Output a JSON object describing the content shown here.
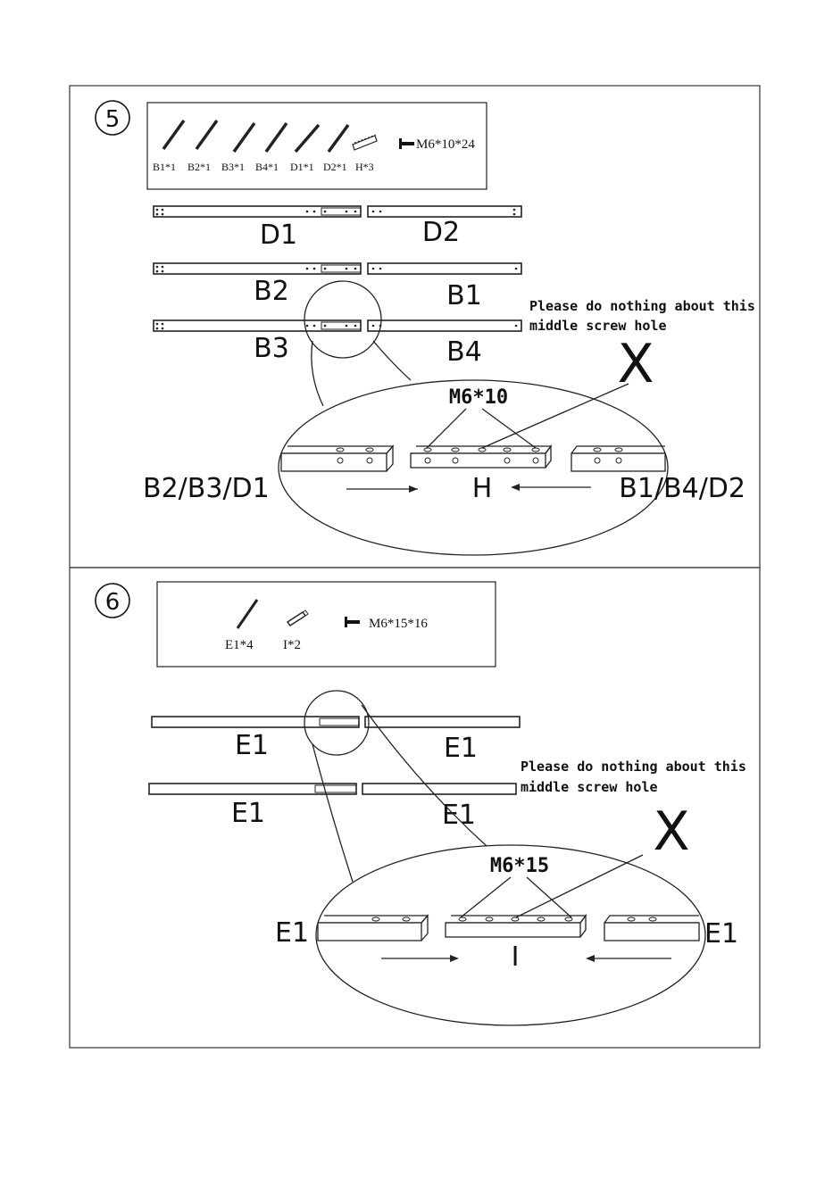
{
  "step5": {
    "number": "5",
    "parts": [
      {
        "id": "B1",
        "label": "B1*1"
      },
      {
        "id": "B2",
        "label": "B2*1"
      },
      {
        "id": "B3",
        "label": "B3*1"
      },
      {
        "id": "B4",
        "label": "B4*1"
      },
      {
        "id": "D1",
        "label": "D1*1"
      },
      {
        "id": "D2",
        "label": "D2*1"
      },
      {
        "id": "H",
        "label": "H*3"
      }
    ],
    "screw_label": "M6*10*24",
    "beam_labels": {
      "d1": "D1",
      "d2": "D2",
      "b2": "B2",
      "b1": "B1",
      "b3": "B3",
      "b4": "B4"
    },
    "note_line1": "Please do nothing about this",
    "note_line2": "middle screw hole",
    "x_mark": "X",
    "detail": {
      "screw": "M6*10",
      "left_label": "B2/B3/D1",
      "center_label": "H",
      "right_label": "B1/B4/D2"
    }
  },
  "step6": {
    "number": "6",
    "parts": [
      {
        "id": "E1",
        "label": "E1*4"
      },
      {
        "id": "I",
        "label": "I*2"
      }
    ],
    "screw_label": "M6*15*16",
    "beam_labels": {
      "top_left": "E1",
      "top_right": "E1",
      "bottom_left": "E1",
      "bottom_right": "E1"
    },
    "note_line1": "Please do nothing about this",
    "note_line2": "middle screw hole",
    "x_mark": "X",
    "detail": {
      "screw": "M6*15",
      "left_label": "E1",
      "center_label": "I",
      "right_label": "E1"
    }
  }
}
